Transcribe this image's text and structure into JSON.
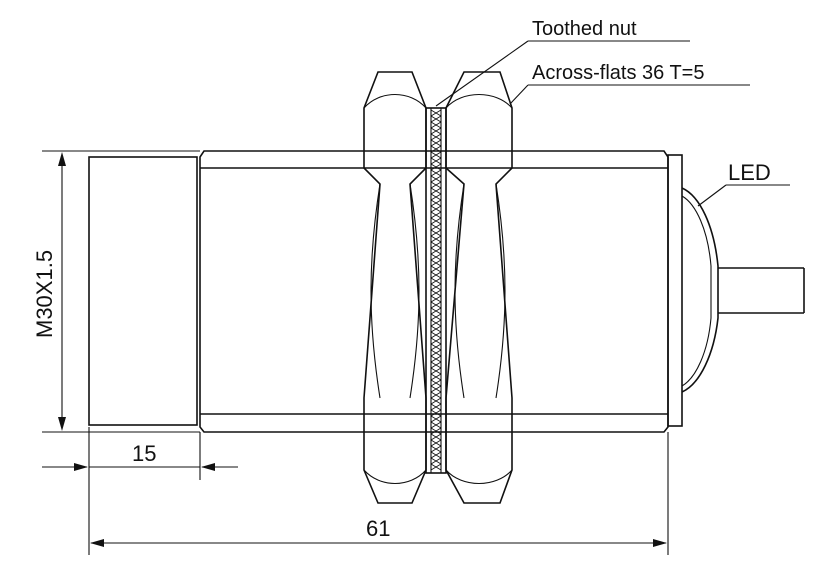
{
  "labels": {
    "toothed_nut": "Toothed nut",
    "across_flats": "Across-flats 36 T=5",
    "led": "LED",
    "thread": "M30X1.5"
  },
  "dimensions": {
    "sensing_face_length": "15",
    "overall_length": "61"
  },
  "colors": {
    "line": "#111111",
    "background": "#ffffff"
  }
}
